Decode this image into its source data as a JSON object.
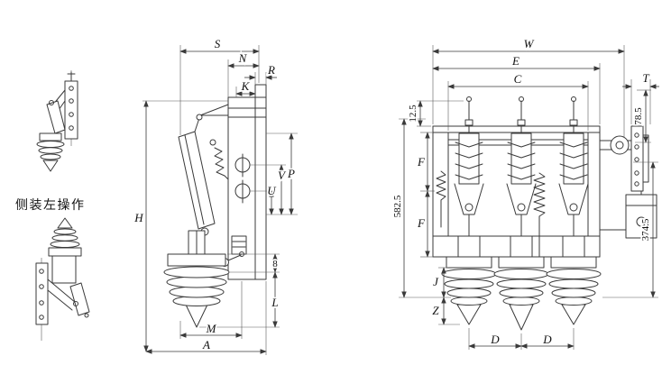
{
  "canvas": {
    "background": "#ffffff",
    "line_color": "#3a3a3a"
  },
  "left_panel": {
    "caption": "侧装左操作"
  },
  "side_view": {
    "dims": {
      "s": "S",
      "n": "N",
      "r": "R",
      "k": "K",
      "h": "H",
      "p": "P",
      "v": "V",
      "u": "U",
      "n8": "8",
      "l": "L",
      "m": "M",
      "a": "A"
    }
  },
  "front_view": {
    "dims": {
      "w": "W",
      "e": "E",
      "c": "C",
      "t": "T",
      "n12_5": "12.5",
      "n78_5": "78.5",
      "f_upper": "F",
      "f_lower": "F",
      "n582_5": "582.5",
      "n374_5": "374.5",
      "j": "J",
      "z": "Z",
      "d_left": "D",
      "d_right": "D"
    }
  }
}
